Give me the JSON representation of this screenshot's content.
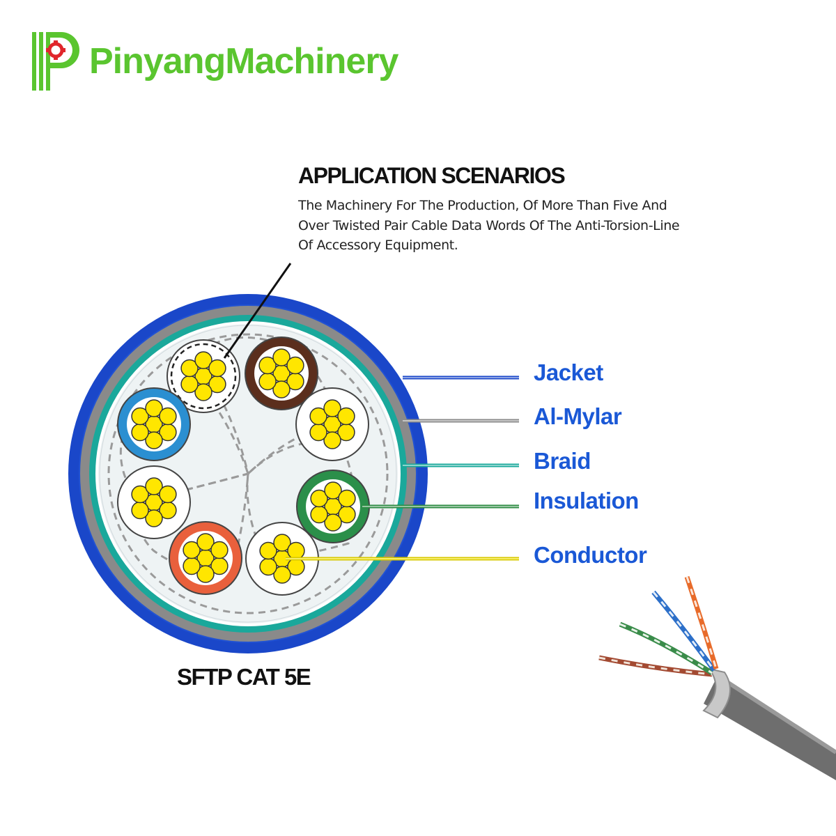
{
  "brand": {
    "name": "PinyangMachinery",
    "logo_icon": "gear-p-logo",
    "color": "#5ac52f",
    "accent": "#e0262b"
  },
  "application": {
    "heading": "APPLICATION SCENARIOS",
    "lines": [
      "The Machinery For The Production, Of More Than Five And",
      "Over Twisted Pair Cable Data Words Of The Anti-Torsion-Line",
      "Of Accessory Equipment."
    ]
  },
  "layers": [
    {
      "key": "jacket",
      "label": "Jacket",
      "color": "#1a47c9"
    },
    {
      "key": "mylar",
      "label": "Al-Mylar",
      "color": "#8a8a8a"
    },
    {
      "key": "braid",
      "label": "Braid",
      "color": "#1aa89b"
    },
    {
      "key": "insulation",
      "label": "Insulation",
      "color": "#2e8b43"
    },
    {
      "key": "conductor",
      "label": "Conductor",
      "color": "#f5e600"
    }
  ],
  "cable_model": "SFTP CAT 5E",
  "insulation_colors": [
    "#ffffff",
    "#5b2e1d",
    "#ffffff",
    "#2b8fd1",
    "#ffffff",
    "#2b8f4a",
    "#e9603c",
    "#ffffff"
  ],
  "conductor_color": "#ffe600",
  "label_color": "#1a58d6"
}
